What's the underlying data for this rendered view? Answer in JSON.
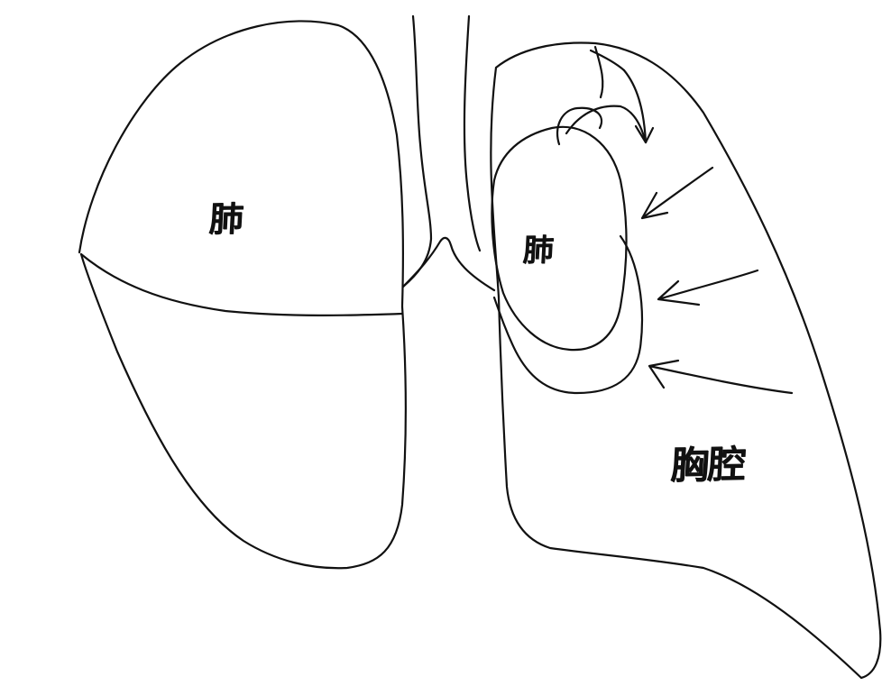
{
  "labels": {
    "right_lobe": "肺",
    "left_lobe": "肺",
    "thorax": "胸腔"
  },
  "colors": {
    "background": "#ffffff",
    "ink": "#111111"
  }
}
